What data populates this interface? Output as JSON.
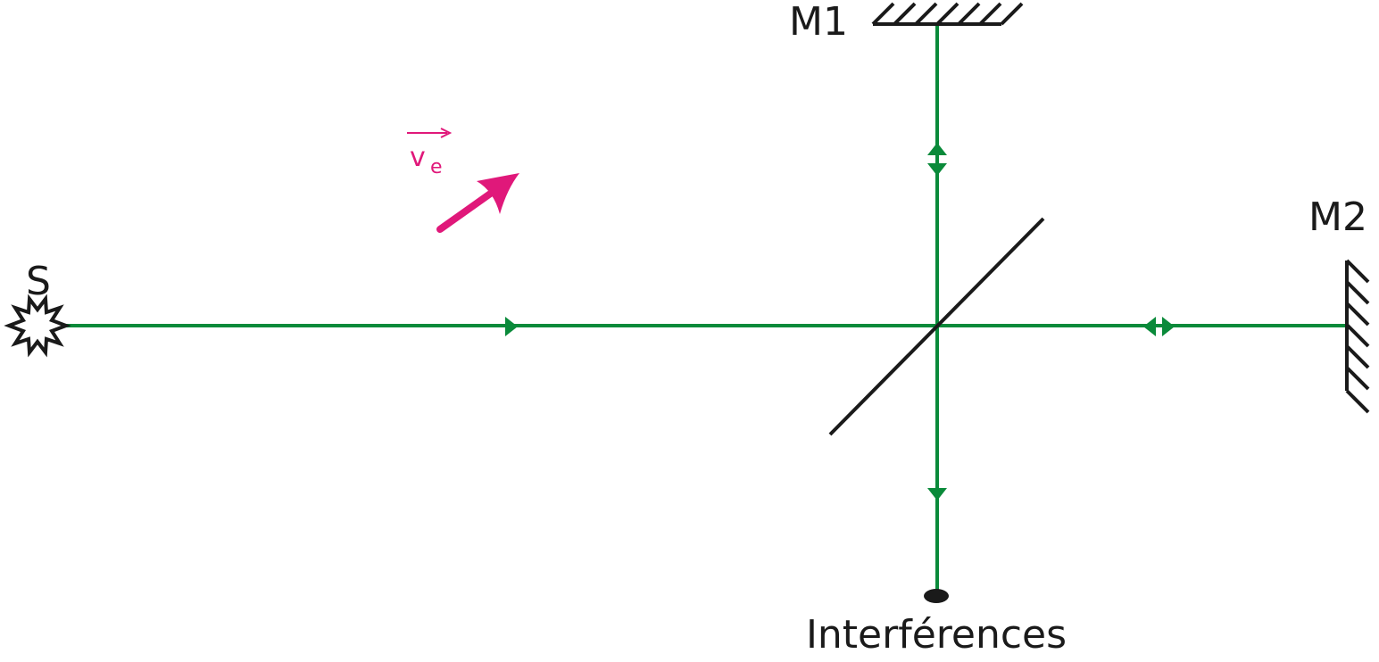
{
  "labels": {
    "source": "S",
    "mirror1": "M1",
    "mirror2": "M2",
    "detector": "Interférences",
    "velocity_main": "v",
    "velocity_sub": "e"
  },
  "colors": {
    "beam": "#0a8a3a",
    "mirror": "#1a1a1a",
    "velocity": "#e0187a",
    "text": "#1a1a1a"
  },
  "icons": {
    "source": "starburst-icon",
    "detector": "dot-icon",
    "velocity": "arrow-icon"
  }
}
